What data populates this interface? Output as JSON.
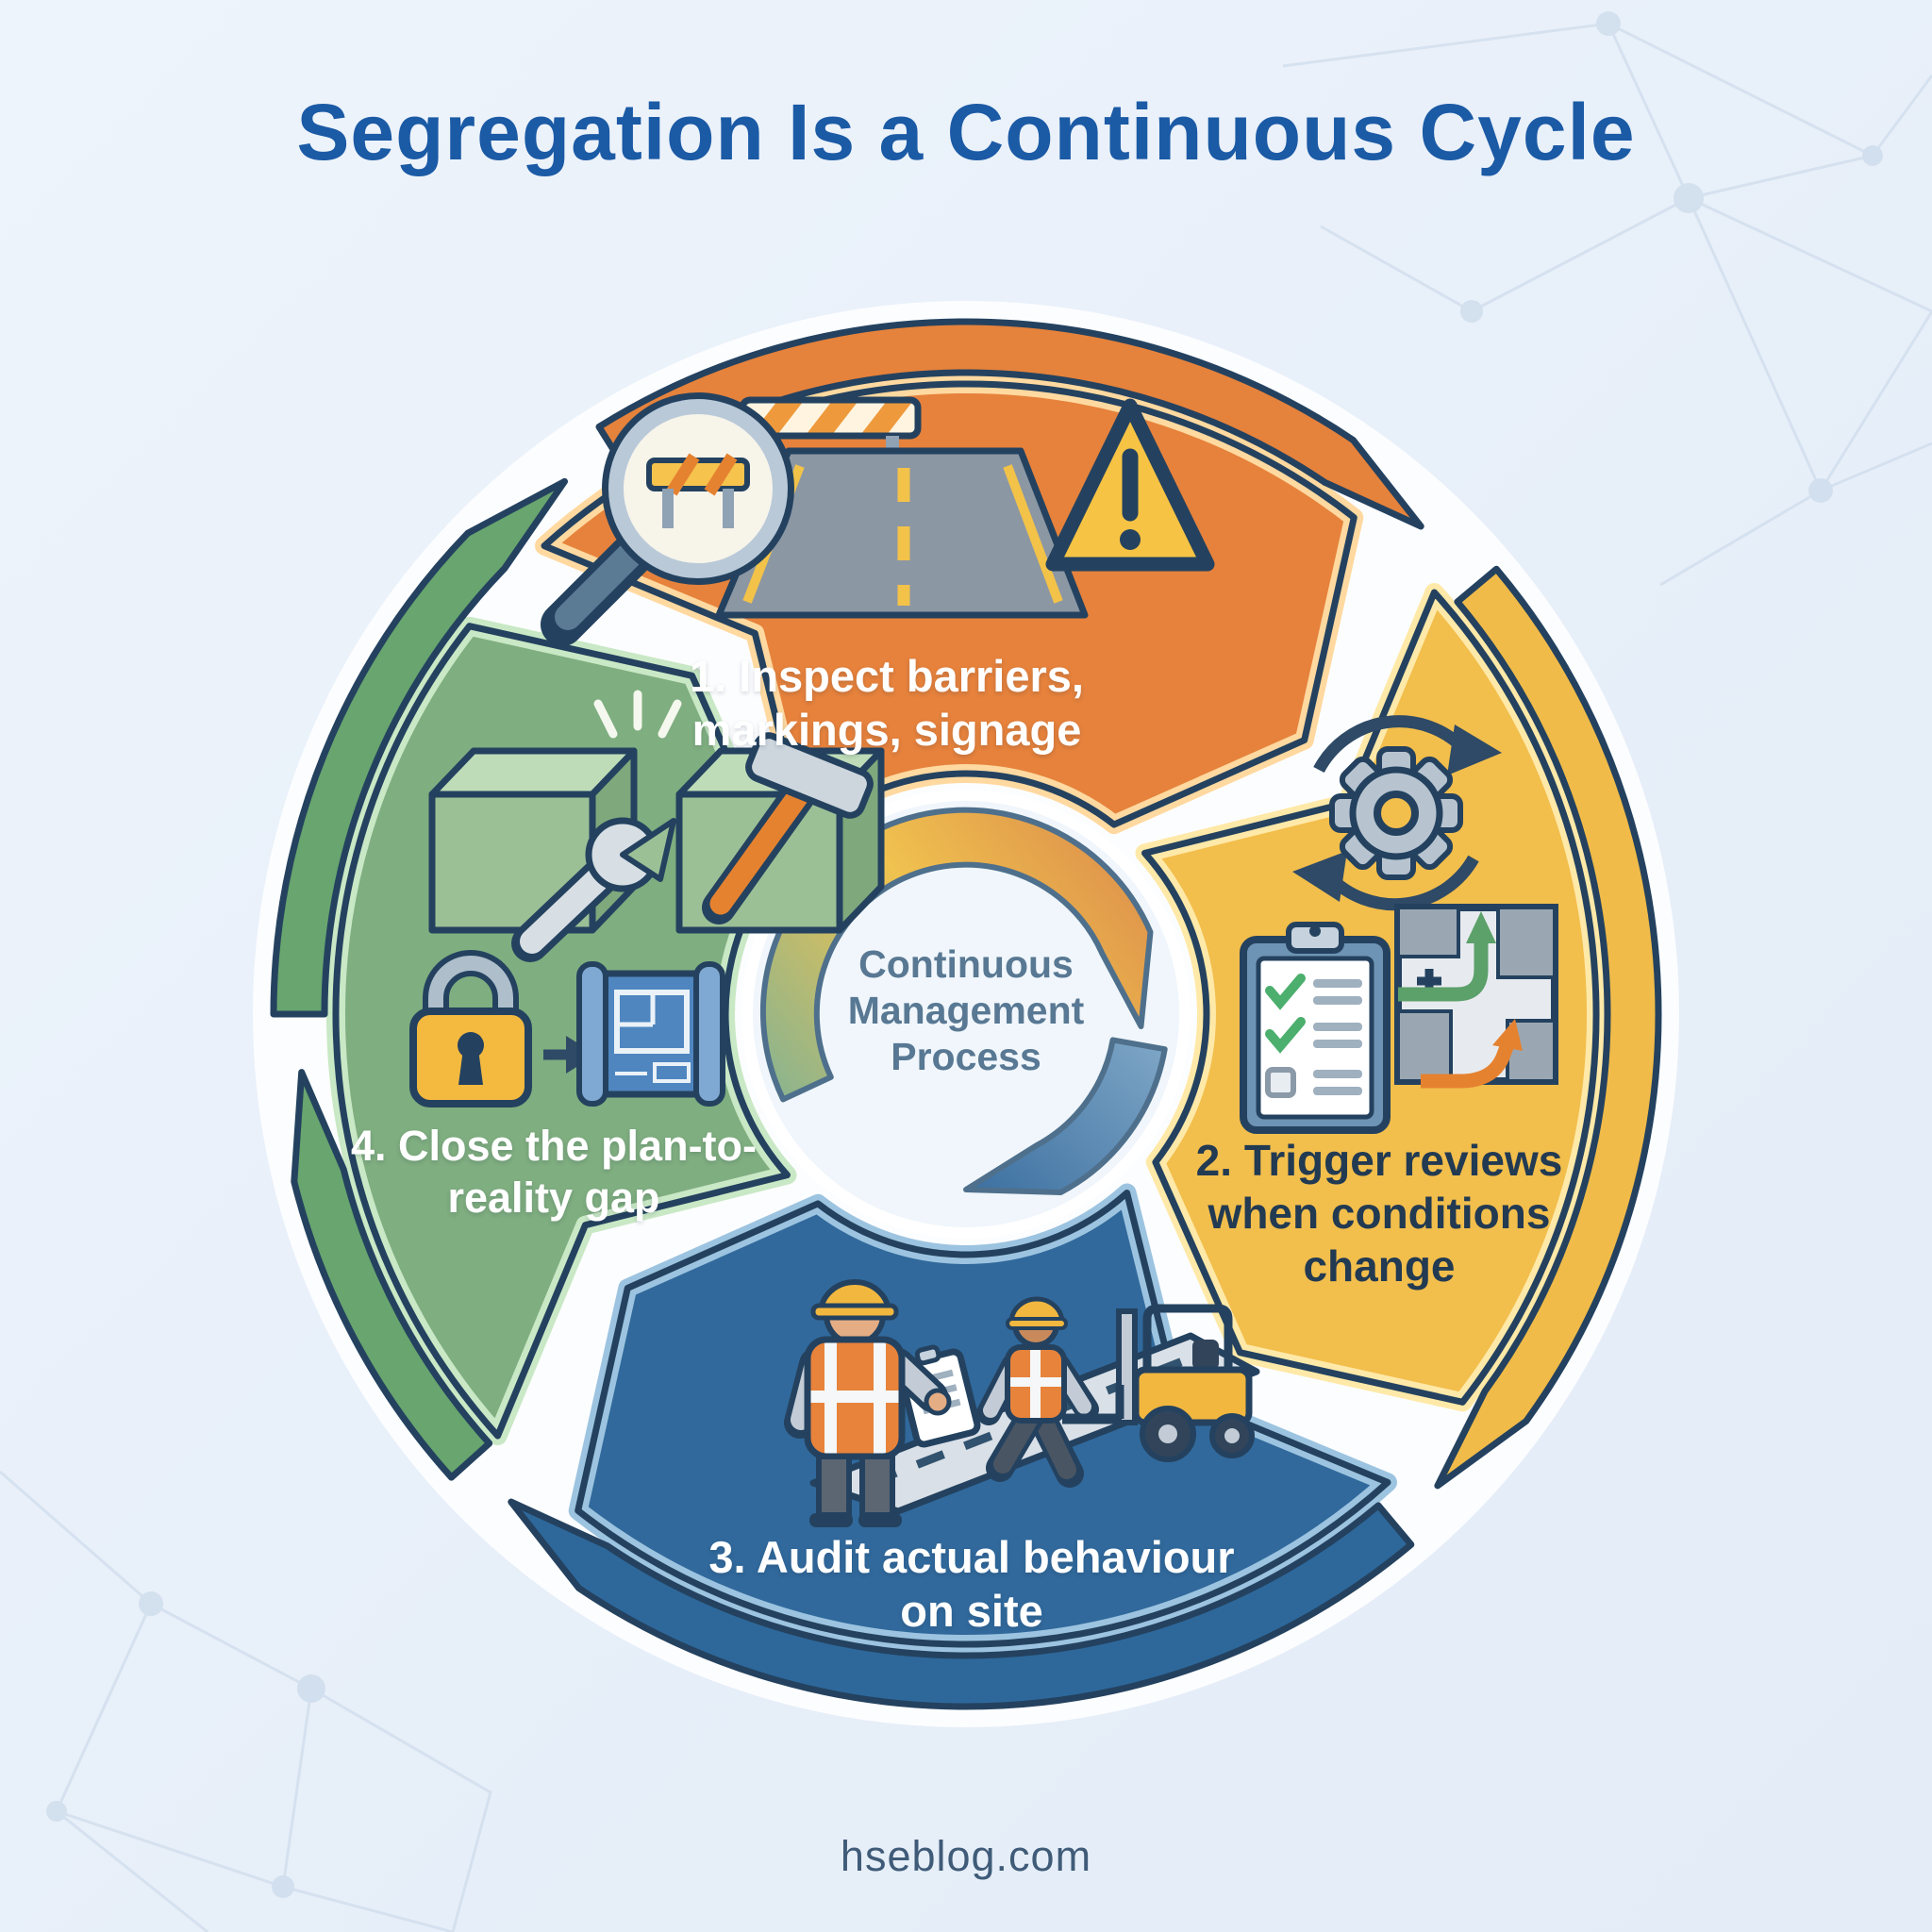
{
  "title": "Segregation Is a Continuous Cycle",
  "footer": "hseblog.com",
  "center": {
    "label": "Continuous Management Process"
  },
  "steps": [
    {
      "number": "1",
      "label": "1. Inspect barriers, markings, signage",
      "color": "#E6823C",
      "halo": "#FFD9A0",
      "text_color": "#FFFFFF",
      "position": "top",
      "icons": [
        "magnifier-icon",
        "barrier-icon",
        "road-markings-icon",
        "warning-triangle-icon"
      ]
    },
    {
      "number": "2",
      "label": "2. Trigger reviews when conditions change",
      "color": "#F2BE4C",
      "halo": "#FFE9A8",
      "text_color": "#223A52",
      "position": "right",
      "icons": [
        "gear-sync-icon",
        "checklist-icon",
        "route-map-icon"
      ]
    },
    {
      "number": "3",
      "label": "3. Audit actual behaviour on site",
      "color": "#31699C",
      "halo": "#9CC4E0",
      "text_color": "#FFFFFF",
      "position": "bottom",
      "icons": [
        "auditor-worker-icon",
        "walking-worker-icon",
        "forklift-icon",
        "walkway-icon"
      ]
    },
    {
      "number": "4",
      "label": "4. Close the plan-to-reality gap",
      "color": "#7FAE80",
      "halo": "#C9E8C5",
      "text_color": "#FFFFFF",
      "position": "left",
      "icons": [
        "blocks-gap-icon",
        "wrench-icon",
        "hammer-icon",
        "padlock-icon",
        "arrow-right-icon",
        "blueprint-icon"
      ]
    }
  ],
  "outer_arcs": [
    {
      "color": "#E5823C"
    },
    {
      "color": "#F0BB49"
    },
    {
      "color": "#2E689B"
    },
    {
      "color": "#68A56F"
    },
    {
      "color": "#68A56F"
    }
  ],
  "ring": {
    "outline": "#4F708C",
    "top_colors": [
      "#8AB48F",
      "#F0C24F",
      "#DB8A4A"
    ],
    "bottom_colors": [
      "#93B7D2",
      "#3A6E9F"
    ]
  },
  "colors": {
    "outline": "#24425F",
    "background": "#E9F1F9",
    "title": "#1B5AA5",
    "center_text": "#587893",
    "footer_text": "#3F5B78",
    "center_disc": "#F0F6FB",
    "network_pattern": "#C7D6E8"
  }
}
